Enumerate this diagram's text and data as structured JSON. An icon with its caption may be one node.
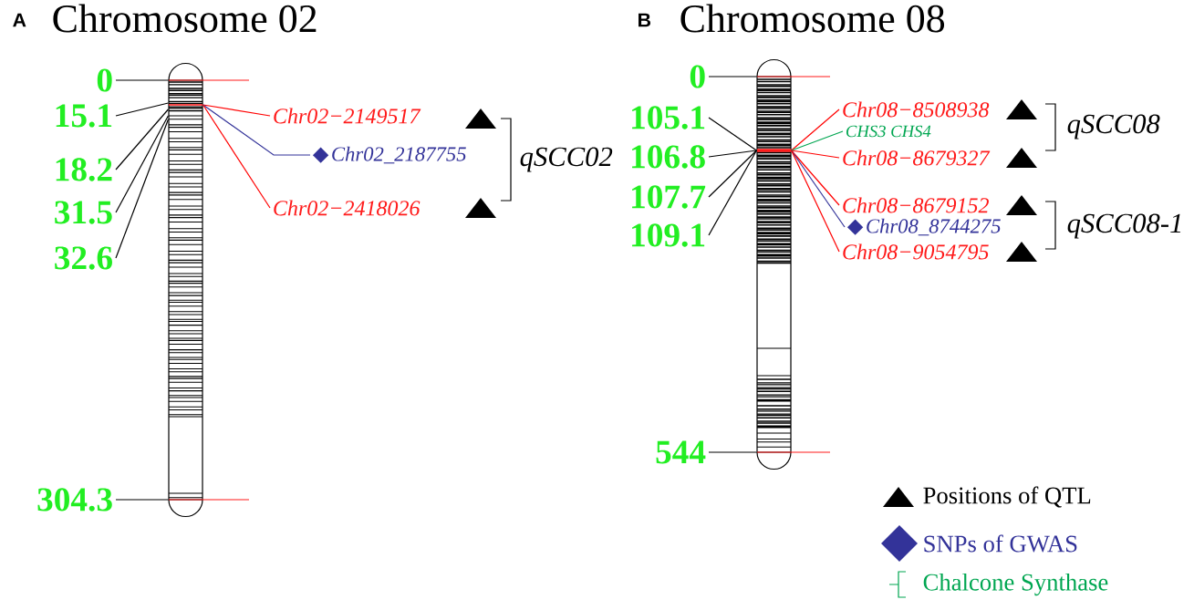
{
  "diagram": {
    "nodes": [
      {
        "text": [],
        "shape": "bar"
      },
      {
        "text": [
          "0"
        ]
      },
      {
        "text": [
          "15.1"
        ]
      },
      {
        "text": [
          "18.2"
        ]
      },
      {
        "text": [
          "31.5"
        ]
      },
      {
        "text": [
          "32.6"
        ]
      },
      {
        "text": [
          "304.3"
        ]
      },
      {
        "text": [
          "Chr02−2149517"
        ]
      },
      {
        "text": [
          "Chr02_2187755"
        ]
      },
      {
        "text": [
          "Chr02−2418026"
        ]
      },
      {
        "text": [],
        "shape": "bar"
      },
      {
        "text": [
          "0"
        ]
      },
      {
        "text": [
          "105.1"
        ]
      },
      {
        "text": [
          "106.8"
        ]
      },
      {
        "text": [
          "107.7"
        ]
      },
      {
        "text": [
          "109.1"
        ]
      },
      {
        "text": [
          "544"
        ]
      },
      {
        "text": [
          "Chr08−8508938"
        ]
      },
      {
        "text": [
          "CHS3  CHS4"
        ]
      },
      {
        "text": [
          "Chr08−8679327"
        ]
      },
      {
        "text": [
          "Chr08−8679152"
        ]
      },
      {
        "text": [
          "Chr08_8744275"
        ]
      },
      {
        "text": [
          "Chr08−9054795"
        ]
      }
    ],
    "edges": [
      {
        "from": 1,
        "to": 0,
        "arrow": "none"
      },
      {
        "from": 2,
        "to": 0,
        "arrow": "none"
      },
      {
        "from": 3,
        "to": 0,
        "arrow": "none"
      },
      {
        "from": 4,
        "to": 0,
        "arrow": "none"
      },
      {
        "from": 5,
        "to": 0,
        "arrow": "none"
      },
      {
        "from": 6,
        "to": 0,
        "arrow": "none"
      },
      {
        "from": 0,
        "to": 7,
        "arrow": "none",
        "color": "#ff0000"
      },
      {
        "from": 0,
        "to": 8,
        "arrow": "none",
        "color": "#333399"
      },
      {
        "from": 0,
        "to": 9,
        "arrow": "none",
        "color": "#ff0000"
      },
      {
        "from": 11,
        "to": 10,
        "arrow": "none"
      },
      {
        "from": 12,
        "to": 10,
        "arrow": "none"
      },
      {
        "from": 13,
        "to": 10,
        "arrow": "none"
      },
      {
        "from": 14,
        "to": 10,
        "arrow": "none"
      },
      {
        "from": 15,
        "to": 10,
        "arrow": "none"
      },
      {
        "from": 16,
        "to": 10,
        "arrow": "none"
      },
      {
        "from": 10,
        "to": 17,
        "arrow": "none",
        "color": "#ff0000"
      },
      {
        "from": 10,
        "to": 18,
        "arrow": "none",
        "color": "#00a651"
      },
      {
        "from": 10,
        "to": 19,
        "arrow": "none",
        "color": "#ff0000"
      },
      {
        "from": 10,
        "to": 20,
        "arrow": "none",
        "color": "#ff0000"
      },
      {
        "from": 10,
        "to": 21,
        "arrow": "none",
        "color": "#333399"
      },
      {
        "from": 10,
        "to": 22,
        "arrow": "none",
        "color": "#ff0000"
      }
    ],
    "labels": [
      "A",
      "Chromosome 02",
      "B",
      "Chromosome 08",
      "qSCC02",
      "qSCC08",
      "qSCC08-1"
    ],
    "legend": [
      {
        "text": "Positions of QTL",
        "color": "#000000"
      },
      {
        "text": "SNPs of GWAS",
        "color": "#333399"
      },
      {
        "text": "Chalcone Synthase"
      }
    ]
  }
}
